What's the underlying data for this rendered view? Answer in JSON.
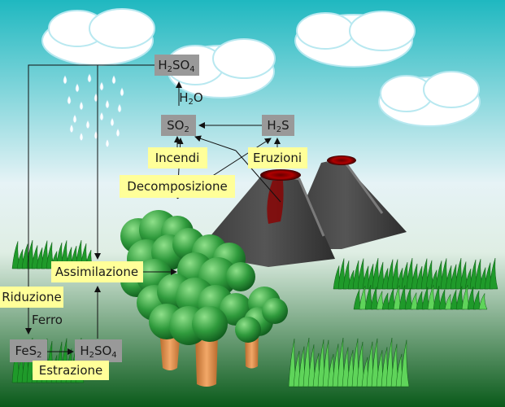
{
  "compounds": {
    "h2so4_top": {
      "base": "H",
      "n1": "2",
      "mid": "SO",
      "n2": "4"
    },
    "h2so4_bottom": {
      "base": "H",
      "n1": "2",
      "mid": "SO",
      "n2": "4"
    },
    "so2": {
      "base": "SO",
      "n1": "2"
    },
    "h2s": {
      "base": "H",
      "n1": "2",
      "mid": "S"
    },
    "fes2": {
      "base": "FeS",
      "n1": "2"
    }
  },
  "water": {
    "base": "H",
    "n1": "2",
    "mid": "O"
  },
  "labels": {
    "incendi": "Incendi",
    "eruzioni": "Eruzioni",
    "decomposizione": "Decomposizione",
    "assimilazione": "Assimilazione",
    "riduzione": "Riduzione",
    "ferro": "Ferro",
    "estrazione": "Estrazione"
  },
  "colors": {
    "sky_top": "#1fb8c0",
    "sky_mid": "#e6f3f6",
    "ground_bottom": "#0a5a1a",
    "gray_box": "#999999",
    "yellow_box": "#ffff99",
    "volcano": "#4d4d4d",
    "lava": "#8b0000",
    "tree_green": "#2a8a3a",
    "trunk": "#d2884a"
  }
}
